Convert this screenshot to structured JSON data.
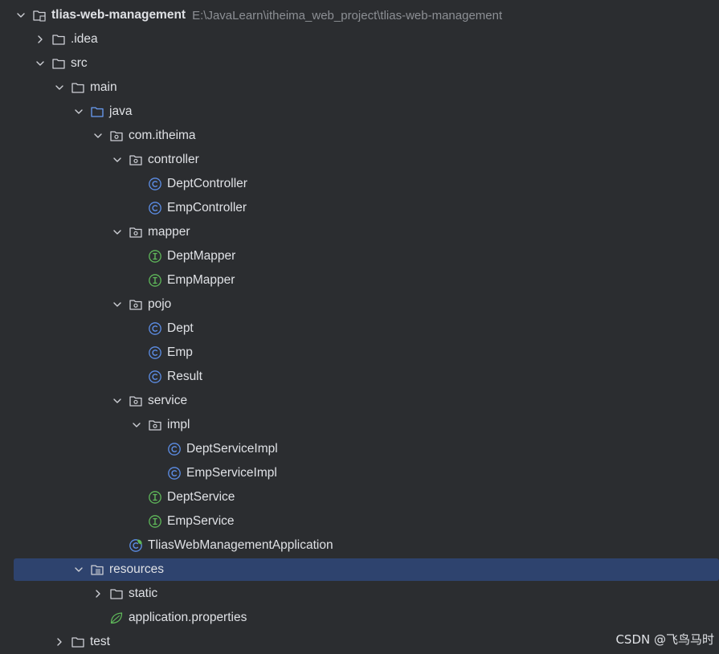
{
  "project": {
    "name": "tlias-web-management",
    "path": "E:\\JavaLearn\\itheima_web_project\\tlias-web-management"
  },
  "tree": {
    "idea": ".idea",
    "src": "src",
    "main": "main",
    "java": "java",
    "pkg": "com.itheima",
    "controller": "controller",
    "dept_controller": "DeptController",
    "emp_controller": "EmpController",
    "mapper": "mapper",
    "dept_mapper": "DeptMapper",
    "emp_mapper": "EmpMapper",
    "pojo": "pojo",
    "dept": "Dept",
    "emp": "Emp",
    "result": "Result",
    "service": "service",
    "impl": "impl",
    "dept_service_impl": "DeptServiceImpl",
    "emp_service_impl": "EmpServiceImpl",
    "dept_service": "DeptService",
    "emp_service": "EmpService",
    "application": "TliasWebManagementApplication",
    "resources": "resources",
    "static": "static",
    "app_properties": "application.properties",
    "test": "test"
  },
  "watermark": "CSDN @飞鸟马时",
  "colors": {
    "background": "#2b2d30",
    "selection": "#2e436e",
    "class_icon": "#5d8fe8",
    "interface_icon": "#5fb85a",
    "folder_icon": "#ced0d6",
    "source_folder_icon": "#6a9ef5",
    "spring_icon": "#5fb85a"
  }
}
